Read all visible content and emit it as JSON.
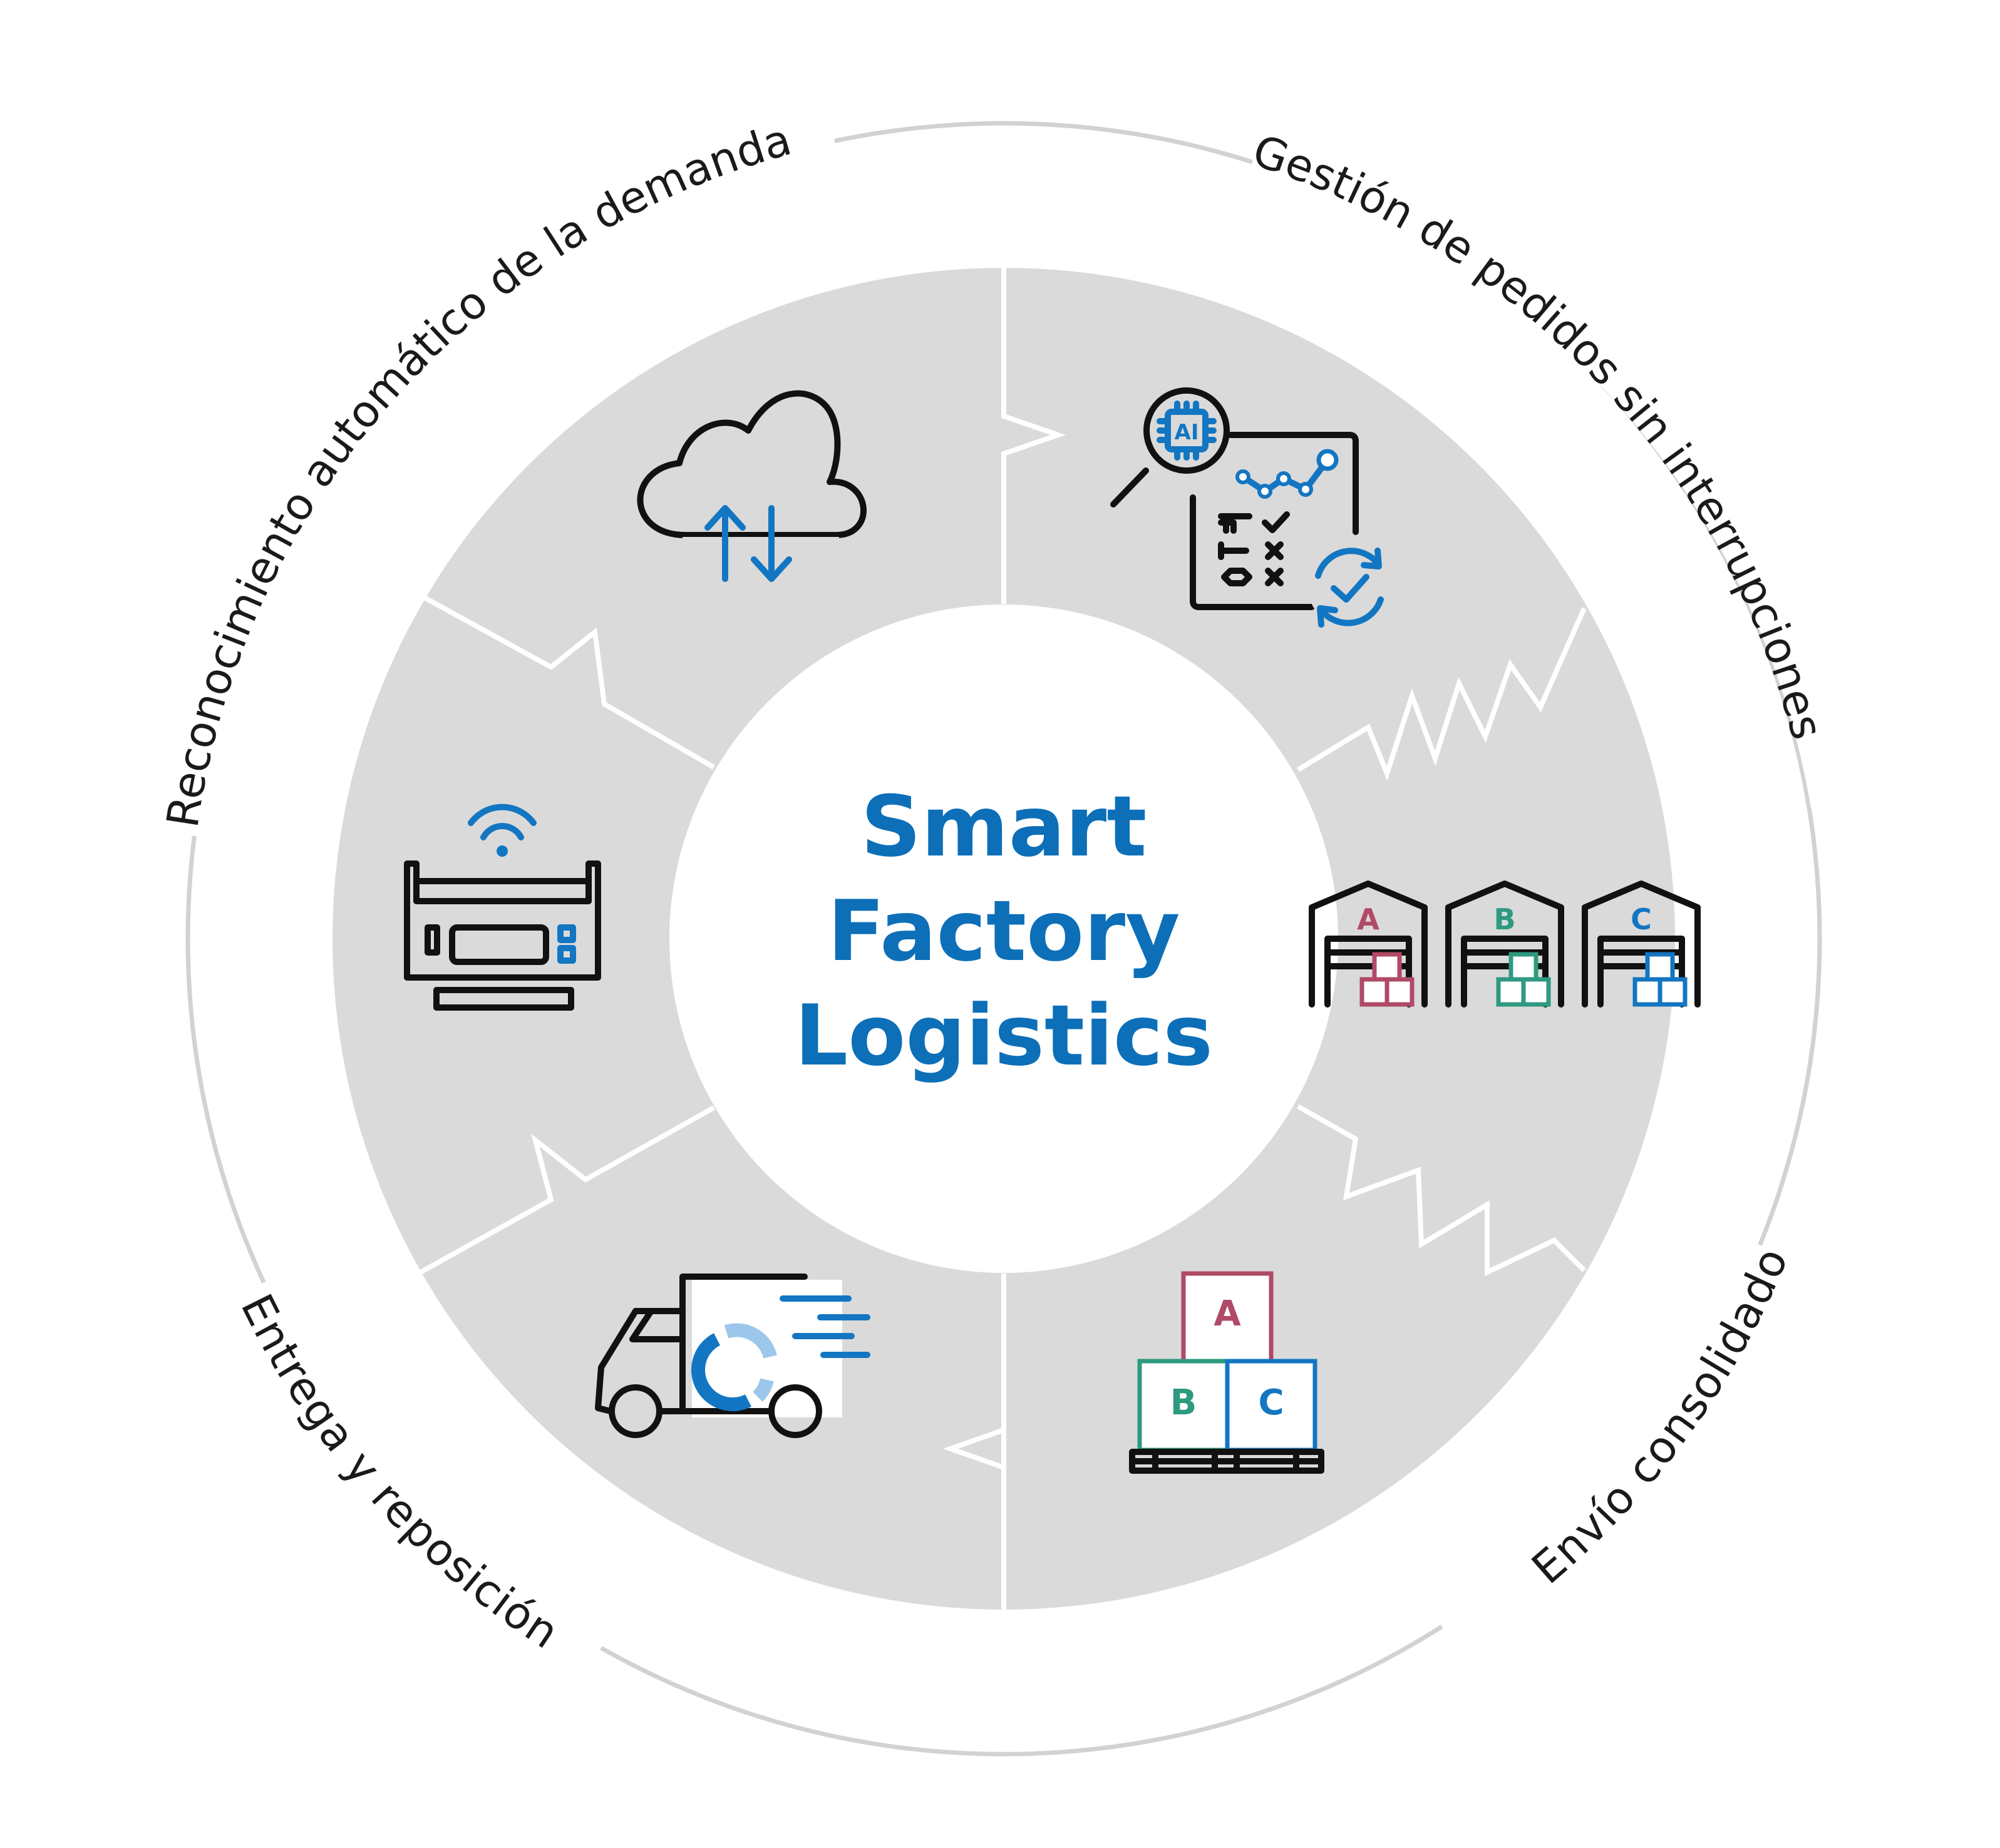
{
  "center": {
    "line1": "Smart",
    "line2": "Factory",
    "line3": "Logistics"
  },
  "stages": {
    "demand": "Reconocimiento automático de la demanda",
    "orders": "Gestión de pedidos sin interrupciones",
    "shipping": "Envío consolidado",
    "delivery": "Entrega y reposición"
  },
  "icons": {
    "ai_chip": "AI",
    "warehouses": [
      "A",
      "B",
      "C"
    ],
    "boxes": [
      "A",
      "B",
      "C"
    ]
  },
  "colors": {
    "accent_blue": "#1376c2",
    "title_blue": "#0c6fb8",
    "ring_gray": "#dadada",
    "outline_gray": "#d2d2d2",
    "box_a": "#b04a67",
    "box_b": "#2e9a80",
    "box_c": "#1376c2"
  }
}
